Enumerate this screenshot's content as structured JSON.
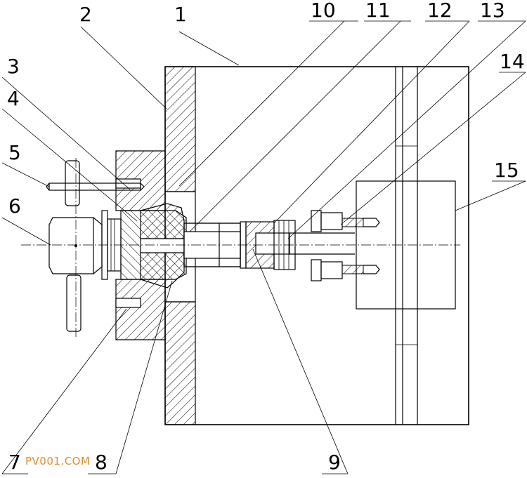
{
  "labels": [
    {
      "id": "1",
      "text": "1"
    },
    {
      "id": "2",
      "text": "2"
    },
    {
      "id": "3",
      "text": "3"
    },
    {
      "id": "4",
      "text": "4"
    },
    {
      "id": "5",
      "text": "5"
    },
    {
      "id": "6",
      "text": "6"
    },
    {
      "id": "7",
      "text": "7"
    },
    {
      "id": "8",
      "text": "8"
    },
    {
      "id": "9",
      "text": "9"
    },
    {
      "id": "10",
      "text": "10"
    },
    {
      "id": "11",
      "text": "11"
    },
    {
      "id": "12",
      "text": "12"
    },
    {
      "id": "13",
      "text": "13"
    },
    {
      "id": "14",
      "text": "14"
    },
    {
      "id": "15",
      "text": "15"
    }
  ],
  "watermark": "PV001.COM",
  "colors": {
    "line": "#000000",
    "background": "#ffffff",
    "watermark": "#e8892c"
  }
}
